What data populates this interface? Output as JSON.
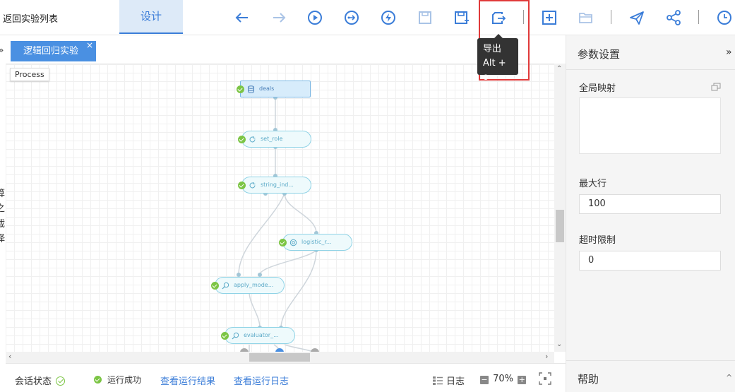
{
  "header": {
    "back_label": "返回实验列表",
    "active_tab": "设计"
  },
  "toolbar": {
    "items": [
      {
        "name": "undo",
        "icon": "arrow-left-icon"
      },
      {
        "name": "redo",
        "icon": "arrow-right-icon"
      },
      {
        "name": "run",
        "icon": "play-circle-icon"
      },
      {
        "name": "run-from-here",
        "icon": "run-next-icon"
      },
      {
        "name": "quick-run",
        "icon": "lightning-icon"
      },
      {
        "name": "save",
        "icon": "save-icon"
      },
      {
        "name": "save-as",
        "icon": "save-as-icon"
      },
      {
        "name": "export",
        "icon": "export-icon"
      },
      {
        "name": "new",
        "icon": "plus-square-icon"
      },
      {
        "name": "open",
        "icon": "folder-icon"
      },
      {
        "name": "publish",
        "icon": "send-icon"
      },
      {
        "name": "share",
        "icon": "share-icon"
      },
      {
        "name": "history",
        "icon": "clock-icon"
      }
    ],
    "tooltip_title": "导出",
    "tooltip_shortcut": "Alt + o",
    "accent": "#3b7dd8",
    "highlight_color": "#e03a3a"
  },
  "left_edge": {
    "expand": "»",
    "chars": [
      "算",
      "之",
      "截",
      "择"
    ]
  },
  "canvas": {
    "tab_label": "逻辑回归实验",
    "tab_close": "×",
    "process_label": "Process",
    "nodes": [
      {
        "label": "deals",
        "icon": "database-icon"
      },
      {
        "label": "set_role",
        "icon": "refresh-icon"
      },
      {
        "label": "string_ind...",
        "icon": "refresh-icon"
      },
      {
        "label": "logistic_r...",
        "icon": "target-icon"
      },
      {
        "label": "apply_mode...",
        "icon": "search-icon"
      },
      {
        "label": "evaluator_...",
        "icon": "search-icon"
      }
    ],
    "node_status_color": "#7cc545"
  },
  "statusbar": {
    "session_label": "会话状态",
    "run_status": "运行成功",
    "view_results": "查看运行结果",
    "view_log": "查看运行日志",
    "log_label": "日志",
    "zoom": "70%",
    "zoom_minus": "−",
    "zoom_plus": "+"
  },
  "right_panel": {
    "title": "参数设置",
    "collapse": "»",
    "global_map_label": "全局映射",
    "max_rows_label": "最大行",
    "max_rows_value": "100",
    "timeout_label": "超时限制",
    "timeout_value": "0",
    "help_label": "帮助",
    "help_chevron": "^"
  }
}
